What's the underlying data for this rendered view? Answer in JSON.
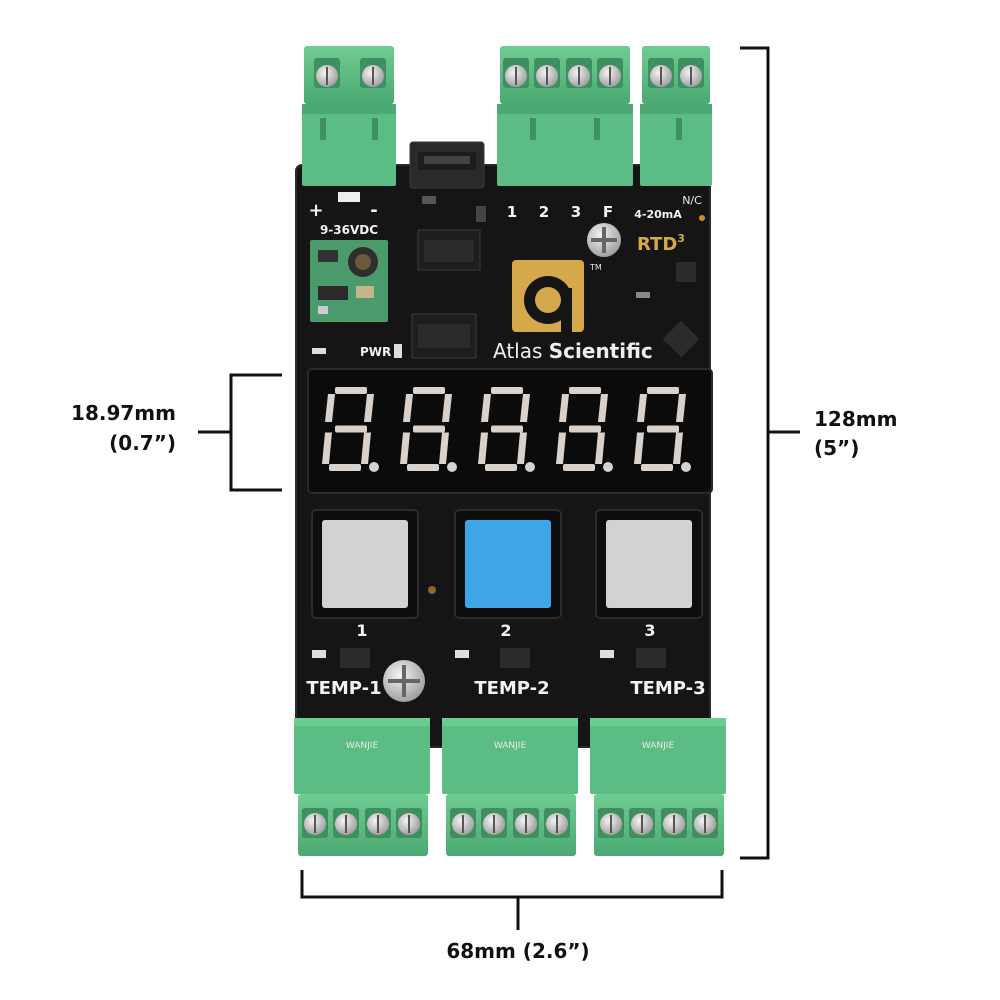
{
  "board": {
    "brand_prefix": "Atlas",
    "brand_name": "Scientific",
    "logo_mark": "a",
    "trademark": "TM",
    "product": "RTD",
    "product_sup": "3",
    "pwr_label": "PWR",
    "power_plus": "+",
    "power_minus": "-",
    "power_label": "9-36VDC",
    "relay_labels": [
      "1",
      "2",
      "3",
      "F"
    ],
    "nc_label": "N/C",
    "current_label": "4-20mA",
    "button_labels": [
      "1",
      "2",
      "3"
    ],
    "channel_labels": [
      "TEMP-1",
      "TEMP-2",
      "TEMP-3"
    ],
    "connector_text": "WANJIE",
    "active_button": 2,
    "colors": {
      "pcb": "#151515",
      "terminal": "#5fbf85",
      "brand_gold": "#d4a84b",
      "button_active": "#3ea6e6",
      "button_idle": "#d2d2d2",
      "segment": "#d9d2cc"
    }
  },
  "display": {
    "digits": [
      "8.",
      "8.",
      "8.",
      "8.",
      "8."
    ]
  },
  "dimensions": {
    "digit_height_mm": "18.97mm",
    "digit_height_in": "(0.7”)",
    "height_mm": "128mm",
    "height_in": "(5”)",
    "width": "68mm (2.6”)"
  }
}
